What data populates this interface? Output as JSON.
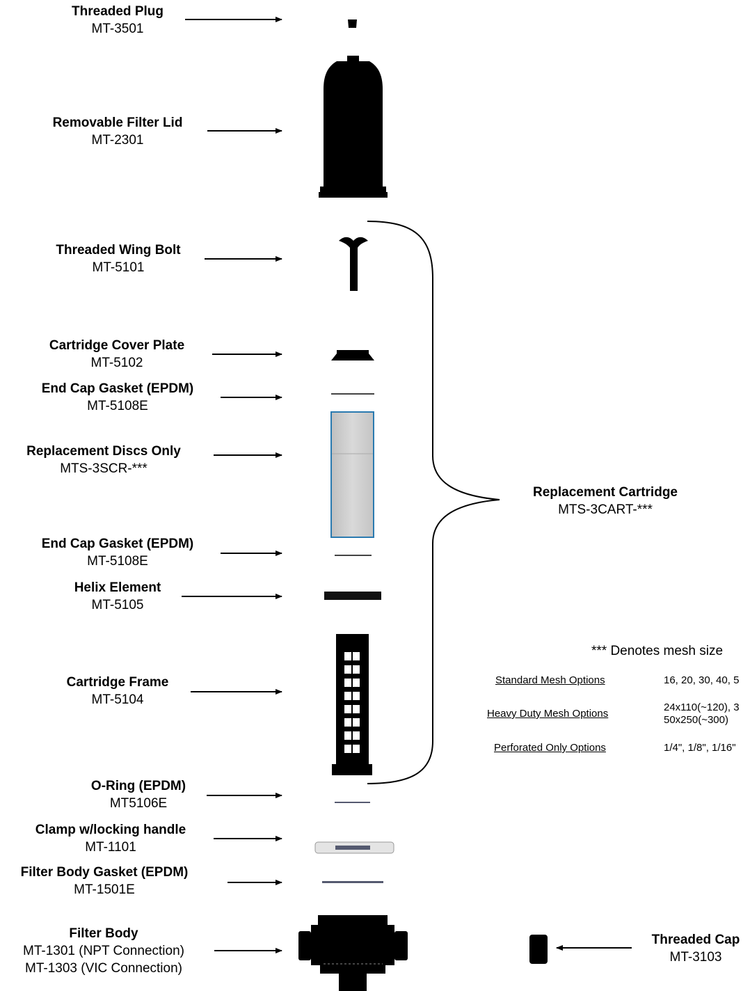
{
  "parts": [
    {
      "name": "Threaded Plug",
      "part": "MT-3501"
    },
    {
      "name": "Removable Filter Lid",
      "part": "MT-2301"
    },
    {
      "name": "Threaded Wing Bolt",
      "part": "MT-5101"
    },
    {
      "name": "Cartridge Cover Plate",
      "part": "MT-5102"
    },
    {
      "name": "End Cap Gasket (EPDM)",
      "part": "MT-5108E"
    },
    {
      "name": "Replacement Discs Only",
      "part": "MTS-3SCR-***"
    },
    {
      "name": "End Cap Gasket (EPDM)",
      "part": "MT-5108E"
    },
    {
      "name": "Helix Element",
      "part": "MT-5105"
    },
    {
      "name": "Cartridge Frame",
      "part": "MT-5104"
    },
    {
      "name": "O-Ring (EPDM)",
      "part": "MT5106E"
    },
    {
      "name": "Clamp w/locking handle",
      "part": "MT-1101"
    },
    {
      "name": "Filter Body Gasket (EPDM)",
      "part": "MT-1501E"
    },
    {
      "name": "Filter Body",
      "part": "MT-1301 (NPT Connection)",
      "part2": "MT-1303 (VIC Connection)"
    }
  ],
  "cartridge": {
    "name": "Replacement Cartridge",
    "part": "MTS-3CART-***"
  },
  "threaded_cap": {
    "name": "Threaded Cap",
    "part": "MT-3103"
  },
  "mesh": {
    "note": "*** Denotes mesh size",
    "options": [
      {
        "label": "Standard  Mesh Options",
        "value": "16, 20, 30, 40, 5"
      },
      {
        "label": "Heavy Duty  Mesh Options",
        "value": "24x110(~120),  3",
        "value2": "50x250(~300)"
      },
      {
        "label": "Perforated Only Options",
        "value": "1/4\", 1/8\", 1/16\""
      }
    ]
  }
}
